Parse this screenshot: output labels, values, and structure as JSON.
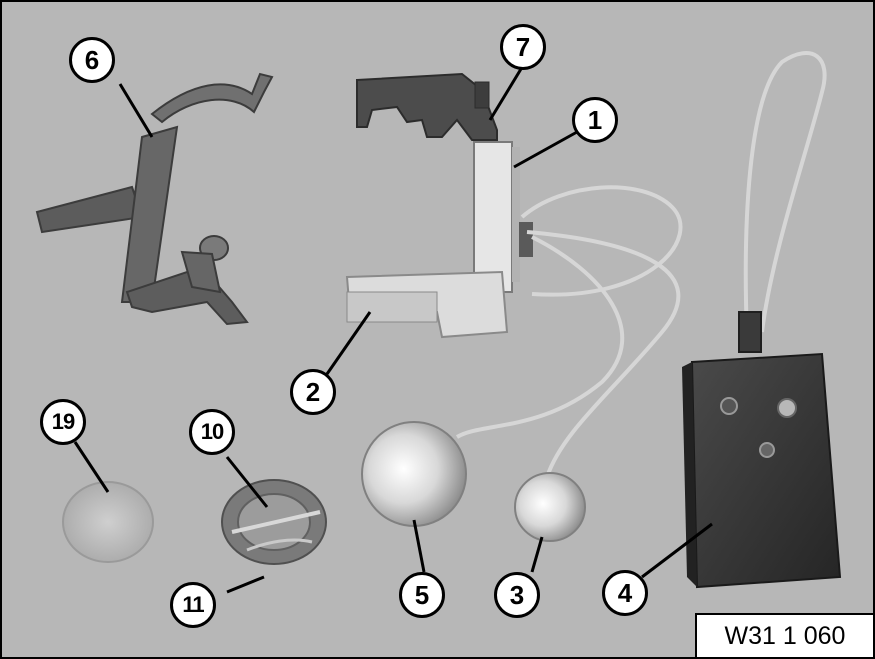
{
  "figure": {
    "code": "W31 1 060",
    "callouts": {
      "c1": "1",
      "c2": "2",
      "c3": "3",
      "c4": "4",
      "c5": "5",
      "c6": "6",
      "c7": "7",
      "c10": "10",
      "c11": "11",
      "c19": "19"
    },
    "colors": {
      "background": "#b7b7b7",
      "fork": "#6e6e6e",
      "block": "#4a4a4a",
      "gauge": "#dcdcdc",
      "box": "#333333",
      "disc": "#e0e0e0"
    }
  }
}
